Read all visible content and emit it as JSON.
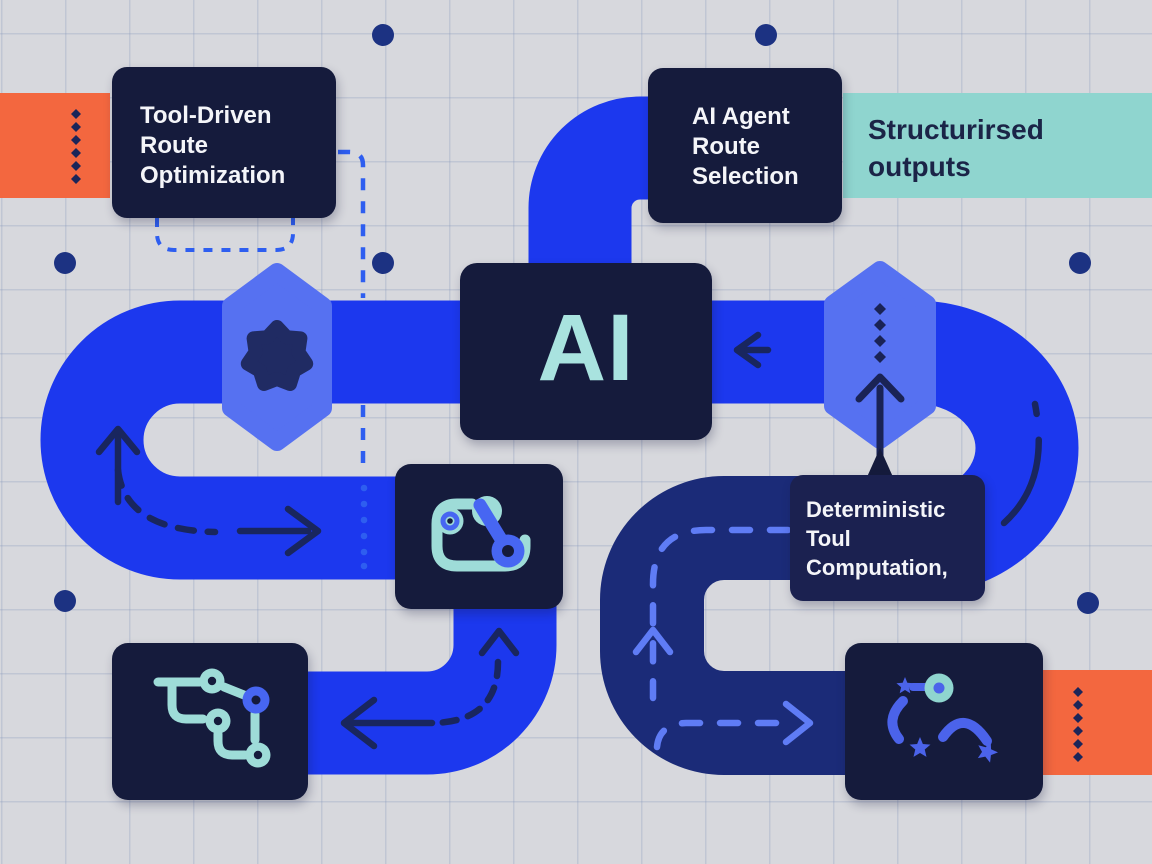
{
  "title": "AI agent route optimization diagram",
  "boxes": {
    "tool_driven": {
      "lines": [
        "Tool-Driven",
        "Route",
        "Optimization"
      ]
    },
    "ai_agent": {
      "lines": [
        "AI Agent",
        "Route",
        "Selection"
      ]
    },
    "ai_core": {
      "label": "AI"
    },
    "deterministic": {
      "lines": [
        "Deterministic",
        "Toul",
        "Computation,"
      ]
    }
  },
  "banner": {
    "lines": [
      "Structurirsed",
      "outputs"
    ]
  },
  "icons": [
    "ai-blob-icon",
    "route-graph-icon",
    "circuit-path-icon",
    "waypoint-route-icon",
    "up-arrow-icon",
    "right-arrow-icon",
    "left-arrow-icon",
    "diamond-dots-icon"
  ],
  "colors": {
    "background": "#d7d8dd",
    "road_blue": "#1c38ee",
    "road_dark_blue": "#1b2b78",
    "box_navy": "#151b3c",
    "deterministic_navy": "#1b2150",
    "accent_orange": "#f3673f",
    "banner_teal": "#8fd5cf",
    "ai_text_teal": "#a9e3df",
    "hexagon_blue": "#5671f1",
    "icon_teal": "#9edcd8",
    "icon_blue": "#4766f2",
    "arrow_navy": "#19265e",
    "dash_blue": "#2e5ef0",
    "dash_light_blue": "#5f7cf5",
    "dot_navy": "#1c3282"
  }
}
